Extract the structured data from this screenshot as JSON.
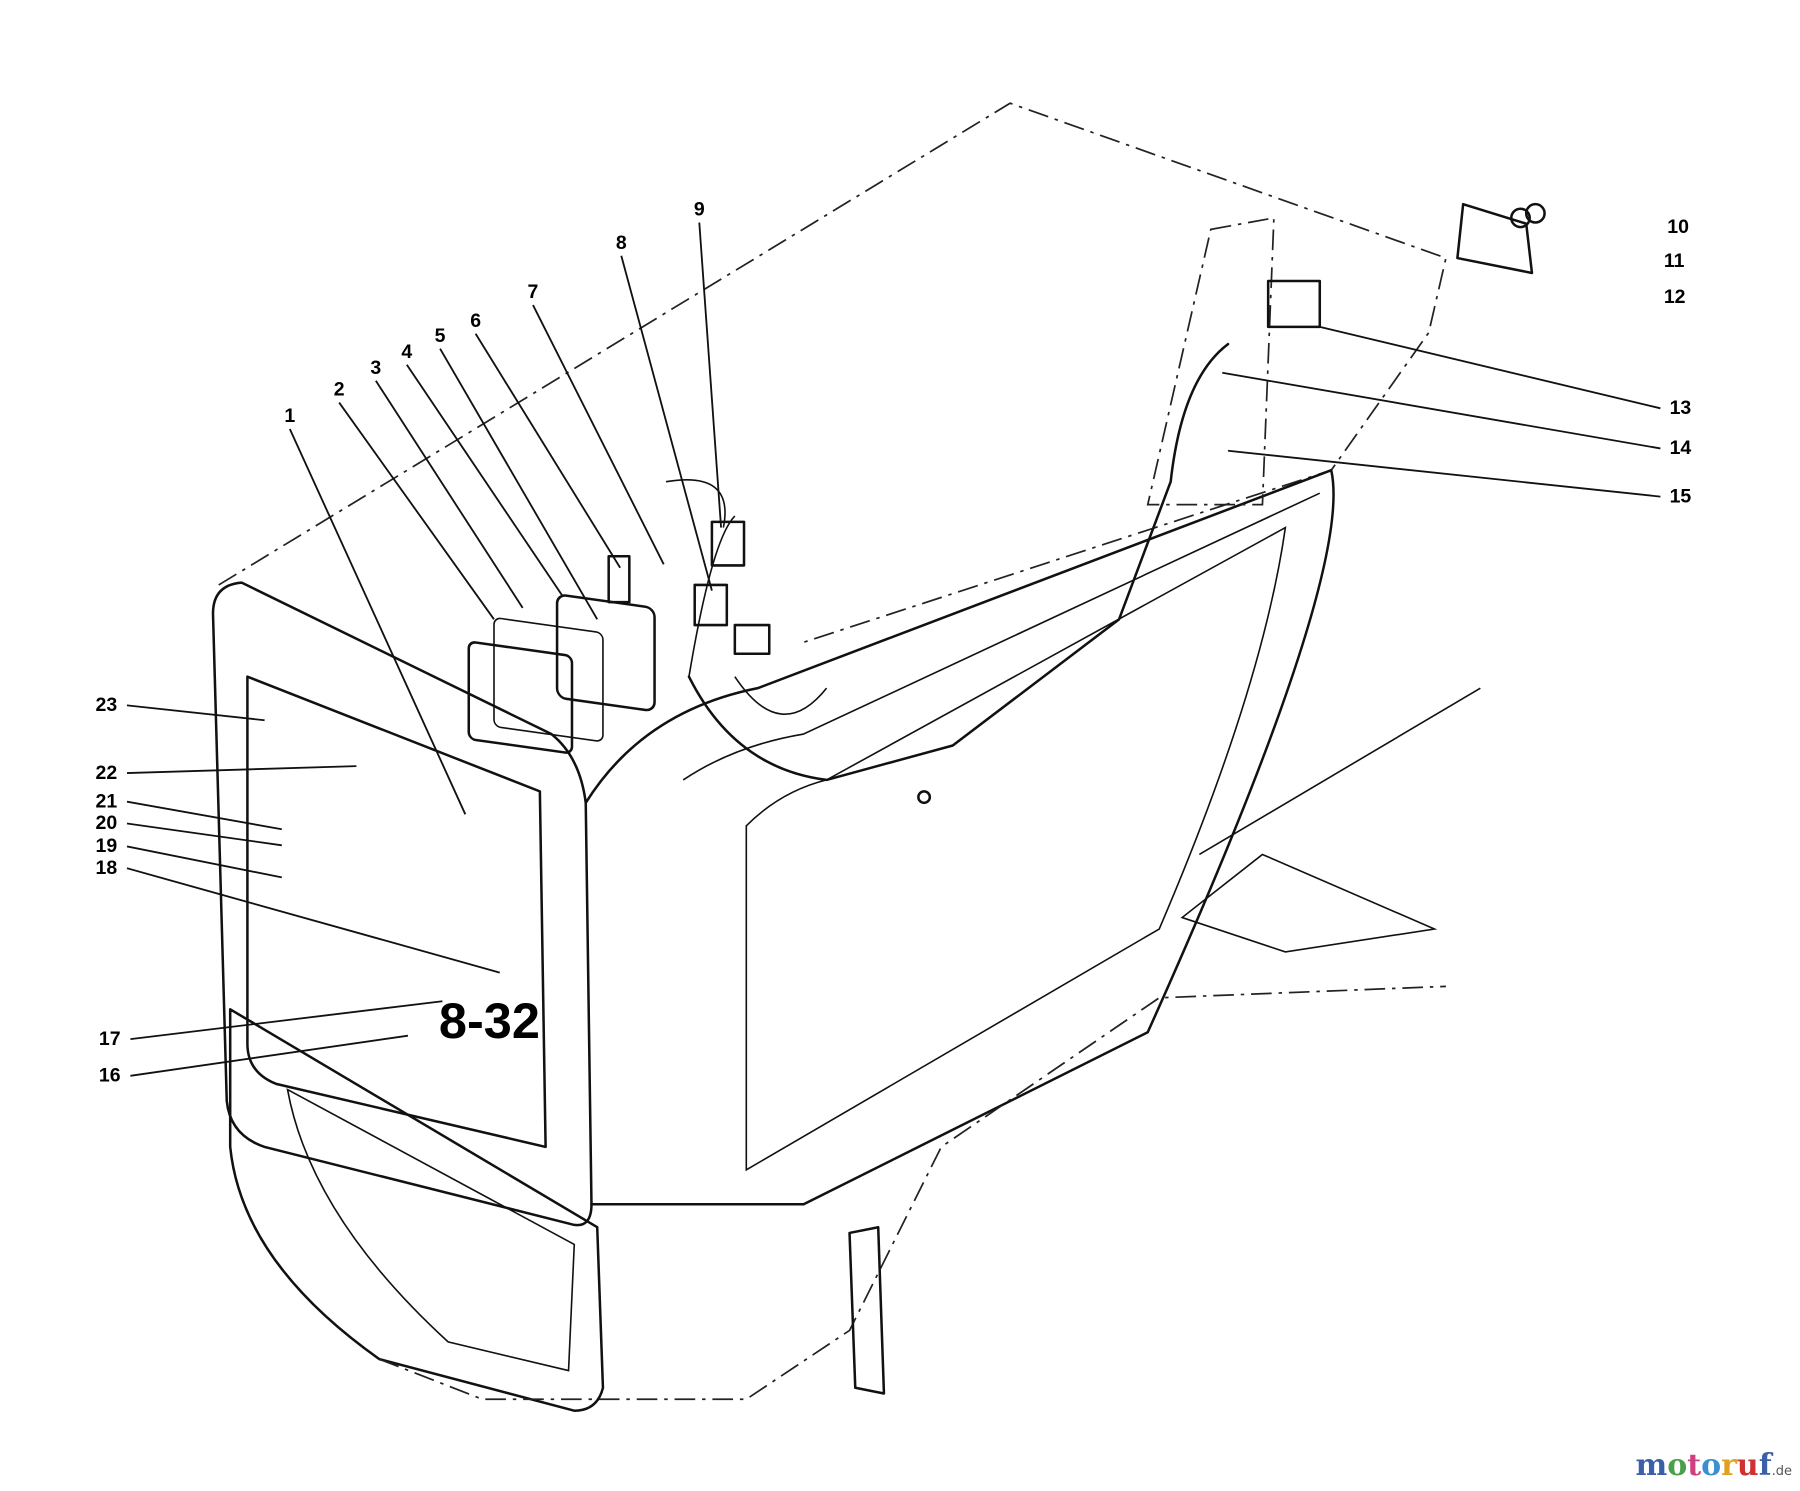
{
  "diagram": {
    "hood_number": "8-32",
    "callouts": [
      "1",
      "2",
      "3",
      "4",
      "5",
      "6",
      "7",
      "8",
      "9",
      "10",
      "11",
      "12",
      "13",
      "14",
      "15",
      "16",
      "17",
      "18",
      "19",
      "20",
      "21",
      "22",
      "23"
    ]
  },
  "watermark": {
    "text": "motoruf",
    "suffix": ".de",
    "colors": [
      "#3b5fa8",
      "#4aa04a",
      "#d04080",
      "#3b8fd0",
      "#e0a020",
      "#d03030"
    ]
  }
}
